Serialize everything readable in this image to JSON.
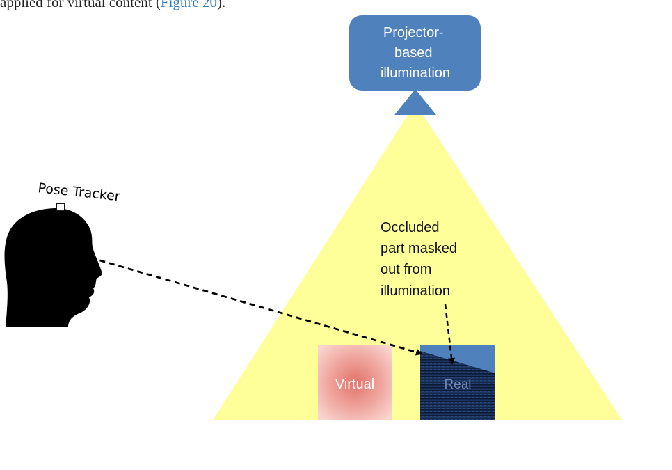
{
  "header": {
    "text_before": "applied for virtual content (",
    "link_text": "Figure 20",
    "text_after": ")."
  },
  "projector": {
    "label_lines": [
      "Projector-",
      "based",
      "illumination"
    ]
  },
  "tracker": {
    "label": "Pose Tracker"
  },
  "annotation": {
    "lines": [
      "Occluded",
      "part masked",
      "out from",
      "illumination"
    ]
  },
  "objects": {
    "virtual_label": "Virtual",
    "real_label": "Real"
  },
  "colors": {
    "projector_fill": "#4f81bd",
    "projector_text": "#ffffff",
    "light_cone": "#ffff99",
    "virtual_center": "#e2736b",
    "virtual_edge": "#f9d6cf",
    "real_fill": "#4f81bd",
    "real_dark": "#12264a",
    "head": "#000000",
    "arrow": "#000000"
  }
}
